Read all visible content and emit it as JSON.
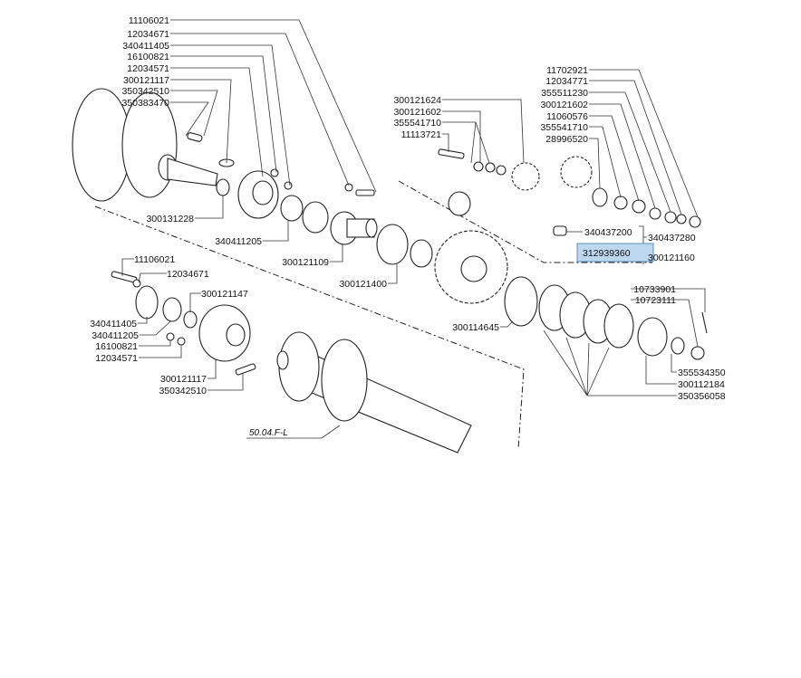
{
  "diagram": {
    "drawing_code": "50.04.F-L",
    "highlight_color": "#7fb5dd",
    "highlighted_part": "312939360",
    "labels": [
      {
        "text": "11106021"
      },
      {
        "text": "12034671"
      },
      {
        "text": "340411405"
      },
      {
        "text": "16100821"
      },
      {
        "text": "12034571"
      },
      {
        "text": "300121117"
      },
      {
        "text": "350342510"
      },
      {
        "text": "350383470"
      },
      {
        "text": "300121624"
      },
      {
        "text": "300121602"
      },
      {
        "text": "355541710"
      },
      {
        "text": "11113721"
      },
      {
        "text": "11702921"
      },
      {
        "text": "12034771"
      },
      {
        "text": "355511230"
      },
      {
        "text": "300121602"
      },
      {
        "text": "11060576"
      },
      {
        "text": "355541710"
      },
      {
        "text": "28996520"
      },
      {
        "text": "300131228"
      },
      {
        "text": "340411205"
      },
      {
        "text": "300121109"
      },
      {
        "text": "300121400"
      },
      {
        "text": "300114645"
      },
      {
        "text": "340437200"
      },
      {
        "text": "340437280"
      },
      {
        "text": "312939360"
      },
      {
        "text": "300121160"
      },
      {
        "text": "11106021"
      },
      {
        "text": "12034671"
      },
      {
        "text": "300121147"
      },
      {
        "text": "340411405"
      },
      {
        "text": "340411205"
      },
      {
        "text": "16100821"
      },
      {
        "text": "12034571"
      },
      {
        "text": "300121117"
      },
      {
        "text": "350342510"
      },
      {
        "text": "10733901"
      },
      {
        "text": "10723111"
      },
      {
        "text": "355534350"
      },
      {
        "text": "300112184"
      },
      {
        "text": "350356058"
      }
    ]
  }
}
